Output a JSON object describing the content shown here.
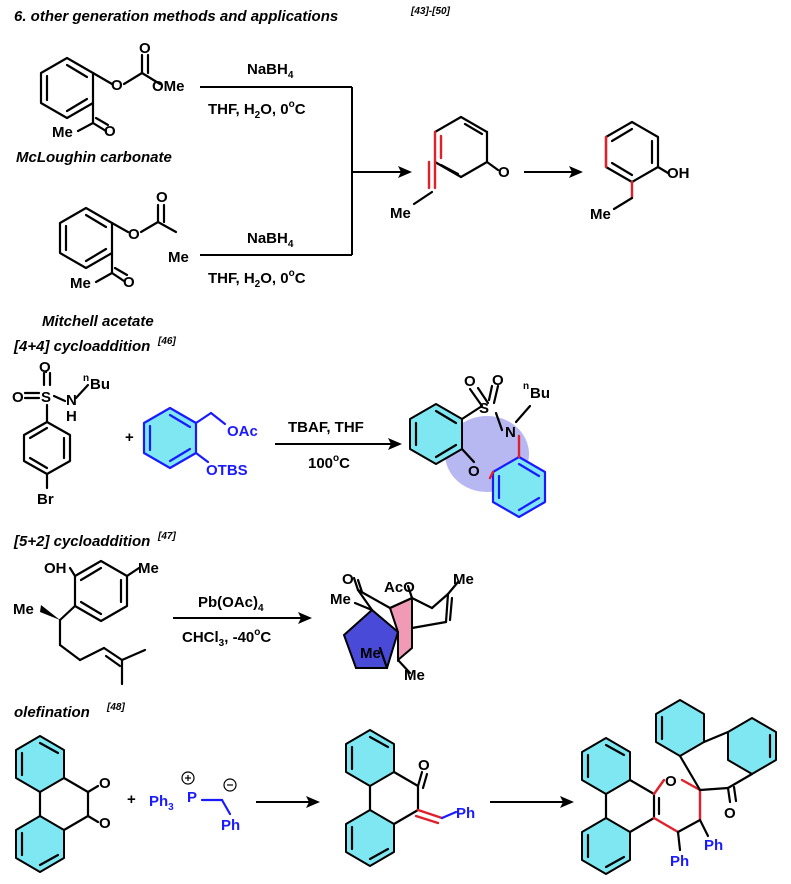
{
  "headings": {
    "section1": "6. other generation methods and applications",
    "section1_ref": "[43]-[50]",
    "section2": "[4+4] cycloaddition",
    "section2_ref": "[46]",
    "section3": "[5+2] cycloaddition",
    "section3_ref": "[47]",
    "section4": "olefination",
    "section4_ref": "[48]"
  },
  "compound_names": {
    "carbonate": "McLoughin carbonate",
    "acetate": "Mitchell acetate"
  },
  "conditions": {
    "reagent1": "NaBH",
    "reagent1_sub": "4",
    "solvent1": "THF, H",
    "solvent1_sub": "2",
    "solvent1_tail": "O,  0",
    "solvent1_deg": "o",
    "solvent1_unit": "C",
    "reagent2": "NaBH",
    "reagent2_sub": "4",
    "solvent2": "THF, H",
    "solvent2_sub": "2",
    "solvent2_tail": "O,  0",
    "solvent2_deg": "o",
    "solvent2_unit": "C",
    "cyclo44_top": "TBAF, THF",
    "cyclo44_temp": "100",
    "cyclo44_deg": "o",
    "cyclo44_unit": "C",
    "cyclo52_top": "Pb(OAc)",
    "cyclo52_top_sub": "4",
    "cyclo52_bottom": "CHCl",
    "cyclo52_bottom_sub": "3",
    "cyclo52_bottom_tail": ", -40",
    "cyclo52_deg": "o",
    "cyclo52_unit": "C"
  },
  "atoms": {
    "O": "O",
    "OMe": "OMe",
    "Me": "Me",
    "OH": "OH",
    "S": "S",
    "N": "N",
    "H": "H",
    "nBu_n": "n",
    "Bu": "Bu",
    "Br": "Br",
    "OAc": "OAc",
    "OTBS": "OTBS",
    "AcO": "AcO",
    "Ph": "Ph",
    "Ph3P": "Ph",
    "Ph3P_sub": "3",
    "P": "P",
    "plus": "+",
    "minus": "−",
    "plus_sign": "+"
  },
  "colors": {
    "ring_fill": "#7fe7f2",
    "blue": "#1a1aff",
    "red": "#e0202a",
    "cage_blue": "#4a4ad8",
    "cage_pink": "#f09ab8"
  }
}
